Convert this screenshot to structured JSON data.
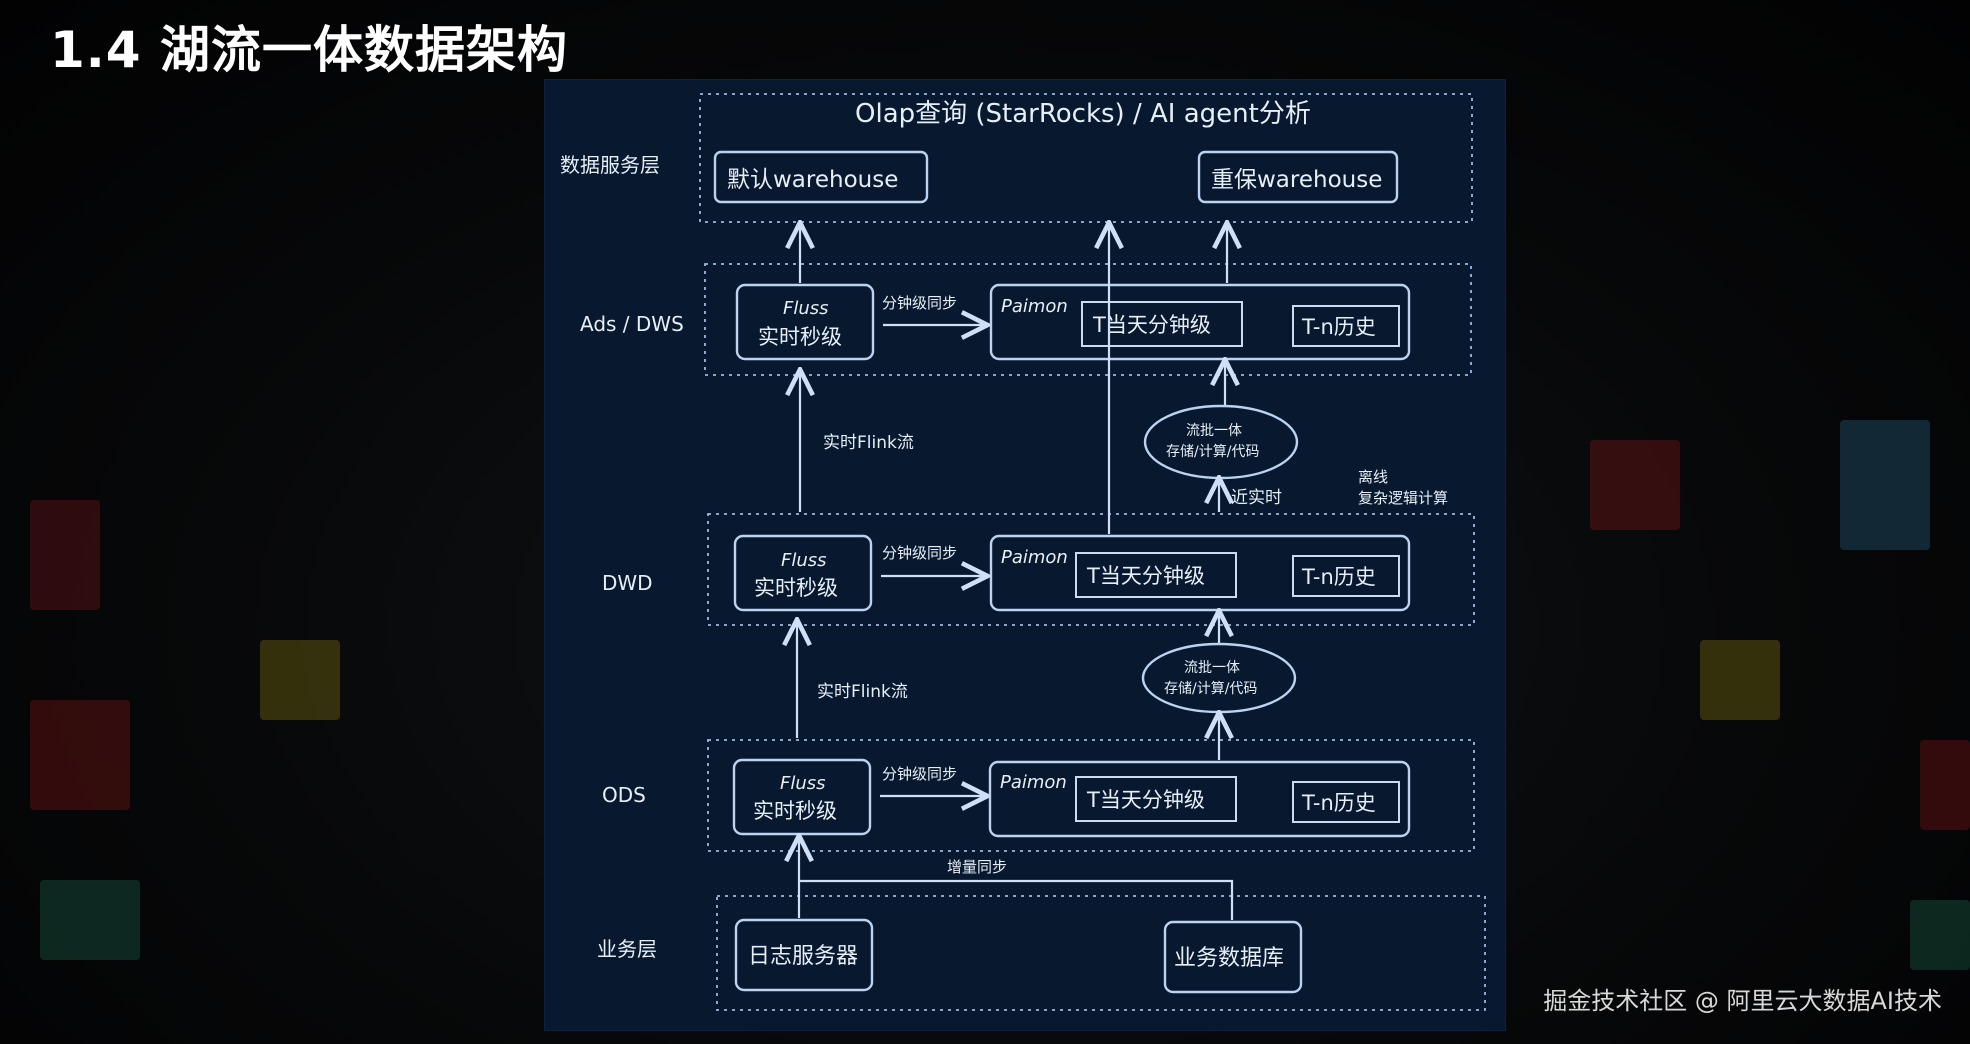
{
  "title": "1.4 湖流一体数据架构",
  "watermark": "掘金技术社区 @ 阿里云大数据AI技术",
  "layers": {
    "service": "数据服务层",
    "ads": "Ads / DWS",
    "dwd": "DWD",
    "ods": "ODS",
    "biz": "业务层"
  },
  "service_layer": {
    "query_label": "Olap查询 (StarRocks) / AI agent分析",
    "default_warehouse": "默认warehouse",
    "priority_warehouse": "重保warehouse"
  },
  "fluss": {
    "name": "Fluss",
    "desc": "实时秒级"
  },
  "paimon": {
    "name": "Paimon",
    "today": "T当天分钟级",
    "history": "T-n历史"
  },
  "sync_label": "分钟级同步",
  "flink_label": "实时Flink流",
  "unified": {
    "line1": "流批一体",
    "line2": "存储/计算/代码"
  },
  "near_realtime": "近实时",
  "offline": {
    "line1": "离线",
    "line2": "复杂逻辑计算"
  },
  "increment_sync": "增量同步",
  "sources": {
    "log_server": "日志服务器",
    "biz_db": "业务数据库"
  }
}
